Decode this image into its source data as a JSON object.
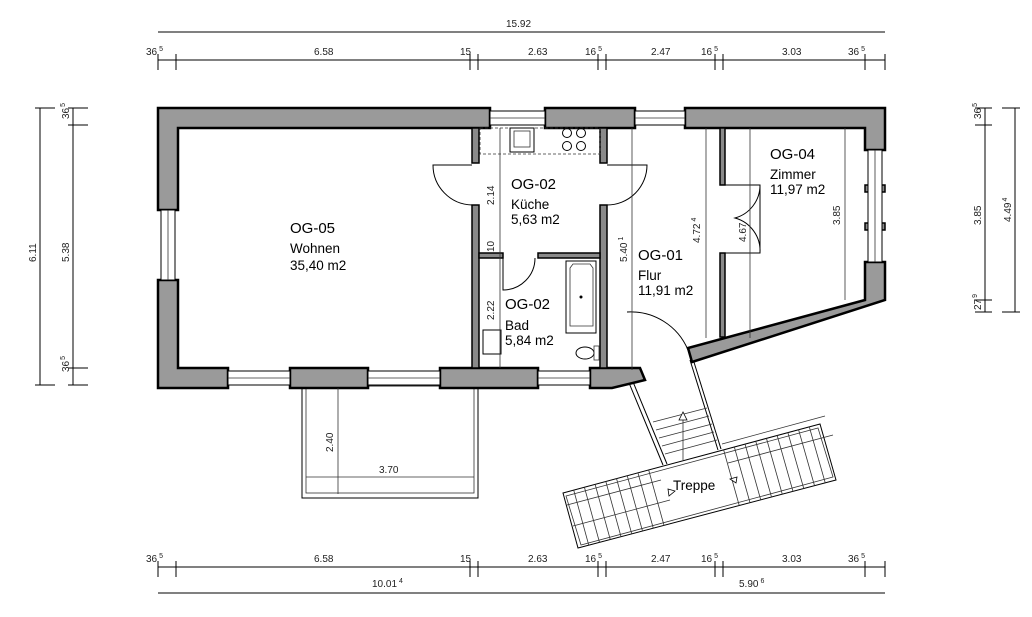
{
  "rooms": [
    {
      "id": "OG-05",
      "name": "Wohnen",
      "area": "35,40 m2"
    },
    {
      "id": "OG-02",
      "name": "Küche",
      "area": "5,63 m2"
    },
    {
      "id": "OG-02",
      "name": "Bad",
      "area": "5,84 m2"
    },
    {
      "id": "OG-01",
      "name": "Flur",
      "area": "11,91 m2"
    },
    {
      "id": "OG-04",
      "name": "Zimmer",
      "area": "11,97 m2"
    }
  ],
  "stair_label": "Treppe",
  "dims_top": {
    "total": "15.92",
    "chain": [
      {
        "v": "36",
        "s": "5"
      },
      {
        "v": "6.58",
        "s": ""
      },
      {
        "v": "15",
        "s": ""
      },
      {
        "v": "2.63",
        "s": ""
      },
      {
        "v": "16",
        "s": "5"
      },
      {
        "v": "2.47",
        "s": ""
      },
      {
        "v": "16",
        "s": "5"
      },
      {
        "v": "3.03",
        "s": ""
      },
      {
        "v": "36",
        "s": "5"
      }
    ]
  },
  "dims_bottom": {
    "chain": [
      {
        "v": "36",
        "s": "5"
      },
      {
        "v": "6.58",
        "s": ""
      },
      {
        "v": "15",
        "s": ""
      },
      {
        "v": "2.63",
        "s": ""
      },
      {
        "v": "16",
        "s": "5"
      },
      {
        "v": "2.47",
        "s": ""
      },
      {
        "v": "16",
        "s": "5"
      },
      {
        "v": "3.03",
        "s": ""
      },
      {
        "v": "36",
        "s": "5"
      }
    ],
    "left": {
      "v": "10.01",
      "s": "4"
    },
    "right": {
      "v": "5.90",
      "s": "6"
    }
  },
  "dims_left": {
    "total": "6.11",
    "inner": "5.38",
    "top": {
      "v": "36",
      "s": "5"
    },
    "bottom": {
      "v": "36",
      "s": "5"
    }
  },
  "dims_right": {
    "top": {
      "v": "36",
      "s": "5"
    },
    "mid": "3.85",
    "bottom": {
      "v": "27",
      "s": "9"
    },
    "total": {
      "v": "4.49",
      "s": "4"
    }
  },
  "dims_inner": {
    "kitchen_depth": "2.14",
    "wall_10": "10",
    "bath_depth": "2.22",
    "flur_len": {
      "v": "5.40",
      "s": "1"
    },
    "flur_w": {
      "v": "4.72",
      "s": "4"
    },
    "door_467": "4.67",
    "zimmer_h": "3.85",
    "balcony_depth": "2.40",
    "balcony_width": "3.70"
  }
}
